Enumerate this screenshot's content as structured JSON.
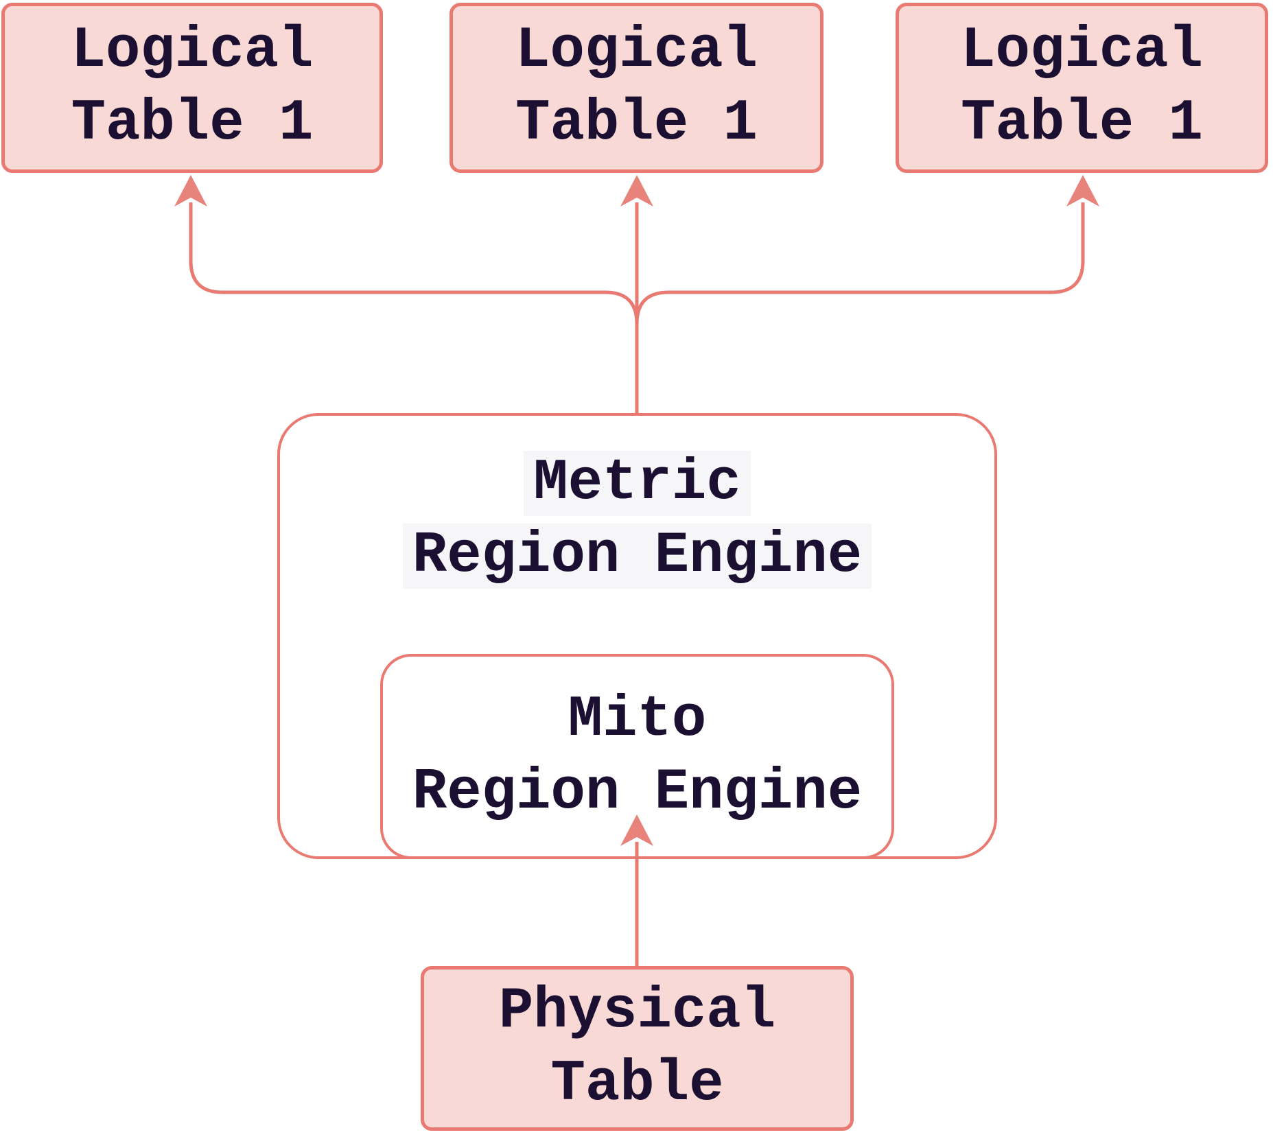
{
  "diagram": {
    "title": "Region engine table mapping diagram",
    "colors": {
      "background": "#ffffff",
      "accent_stroke": "#e87a72",
      "arrow_fill": "#e8837b",
      "node_fill_pink": "#f8d9d5",
      "node_fill_white": "#ffffff",
      "text": "#1b1031",
      "label_highlight": "#f6f5f7"
    },
    "nodes": {
      "logical_table_1": {
        "line1": "Logical",
        "line2": "Table 1"
      },
      "logical_table_2": {
        "line1": "Logical",
        "line2": "Table 1"
      },
      "logical_table_3": {
        "line1": "Logical",
        "line2": "Table 1"
      },
      "metric_region_engine": {
        "line1": "Metric",
        "line2": "Region Engine"
      },
      "mito_region_engine": {
        "line1": "Mito",
        "line2": "Region Engine"
      },
      "physical_table": {
        "line1": "Physical",
        "line2": "Table"
      }
    },
    "edges": [
      {
        "from": "metric_region_engine",
        "to": "logical_table_1",
        "style": "arrow-up"
      },
      {
        "from": "metric_region_engine",
        "to": "logical_table_2",
        "style": "arrow-up"
      },
      {
        "from": "metric_region_engine",
        "to": "logical_table_3",
        "style": "arrow-up"
      },
      {
        "from": "physical_table",
        "to": "mito_region_engine",
        "style": "arrow-up"
      }
    ]
  }
}
